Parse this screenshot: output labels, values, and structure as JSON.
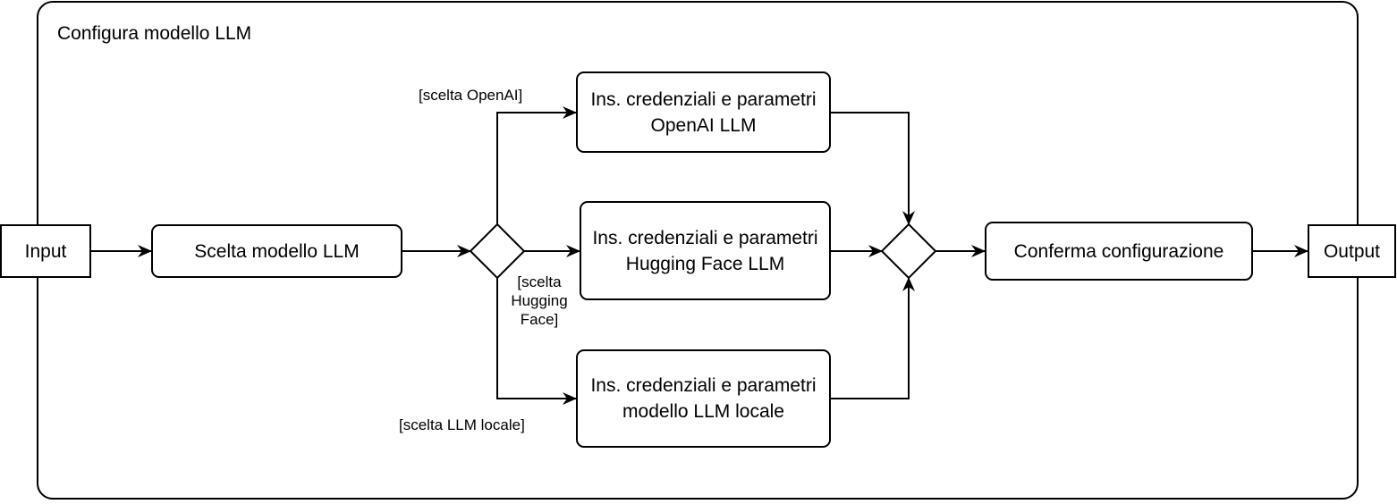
{
  "diagram": {
    "frame_title": "Configura modello LLM",
    "nodes": {
      "input": "Input",
      "output": "Output",
      "scelta_modello": "Scelta modello LLM",
      "openai": "Ins. credenziali e parametri OpenAI LLM",
      "huggingface": "Ins. credenziali e parametri Hugging Face LLM",
      "locale": "Ins. credenziali e parametri modello LLM locale",
      "conferma": "Conferma configurazione"
    },
    "guards": {
      "openai": "[scelta OpenAI]",
      "huggingface": "[scelta Hugging Face]",
      "locale": "[scelta LLM locale]"
    }
  }
}
